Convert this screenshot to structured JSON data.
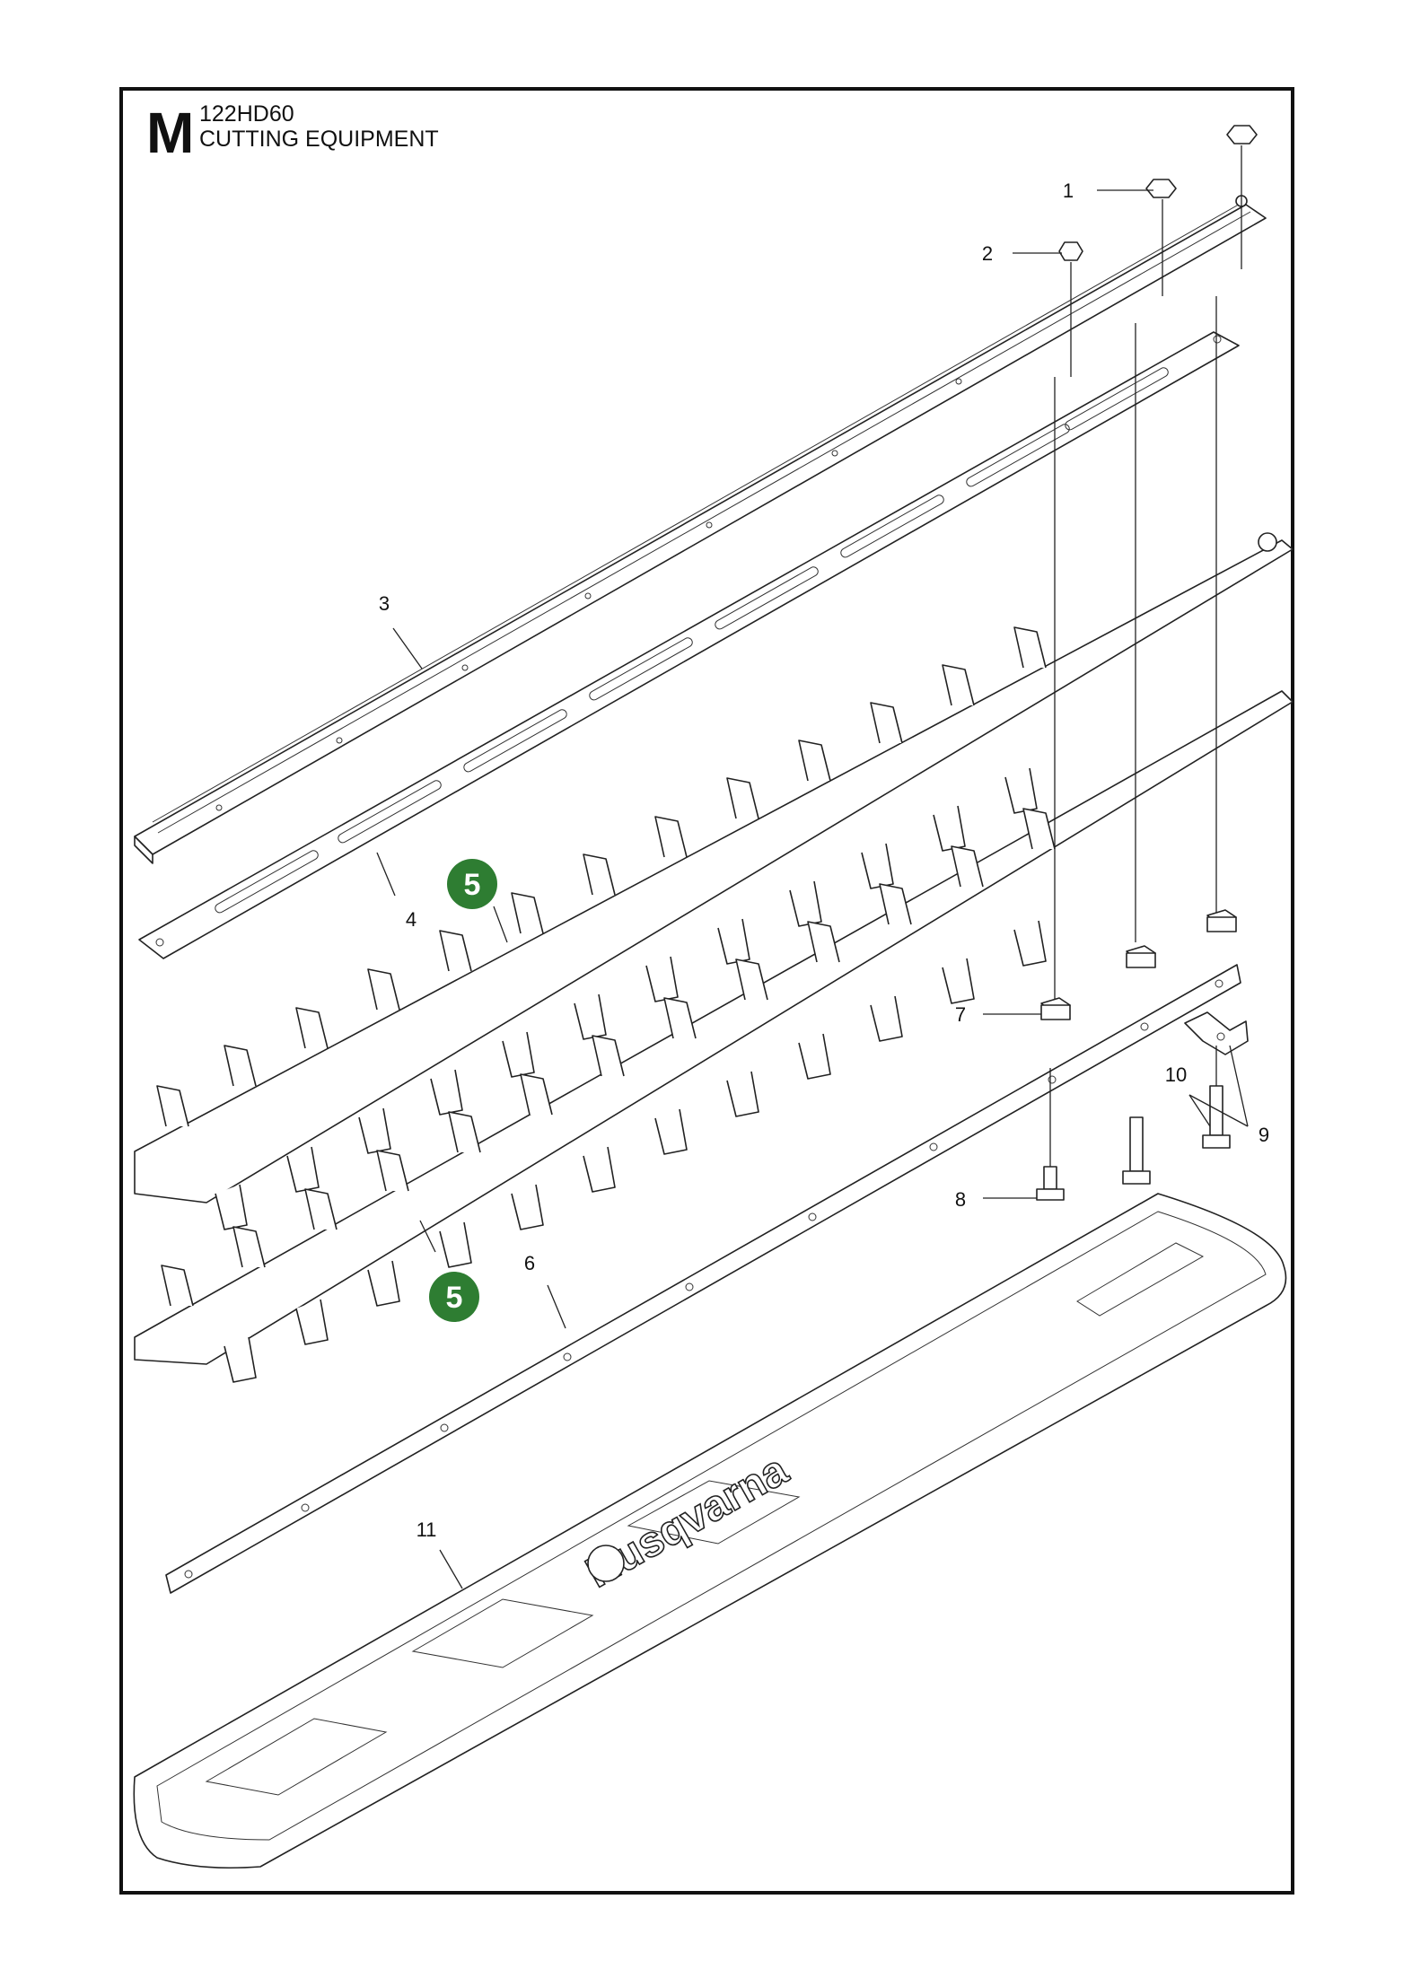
{
  "header": {
    "section_letter": "M",
    "model": "122HD60",
    "title": "CUTTING EQUIPMENT"
  },
  "brand_logo": "Husqvarna",
  "callouts": [
    "1",
    "2",
    "3",
    "4",
    "6",
    "7",
    "8",
    "9",
    "10",
    "11"
  ],
  "badges": [
    "5",
    "5"
  ],
  "colors": {
    "badge": "#2e7d32",
    "line": "#222222"
  }
}
